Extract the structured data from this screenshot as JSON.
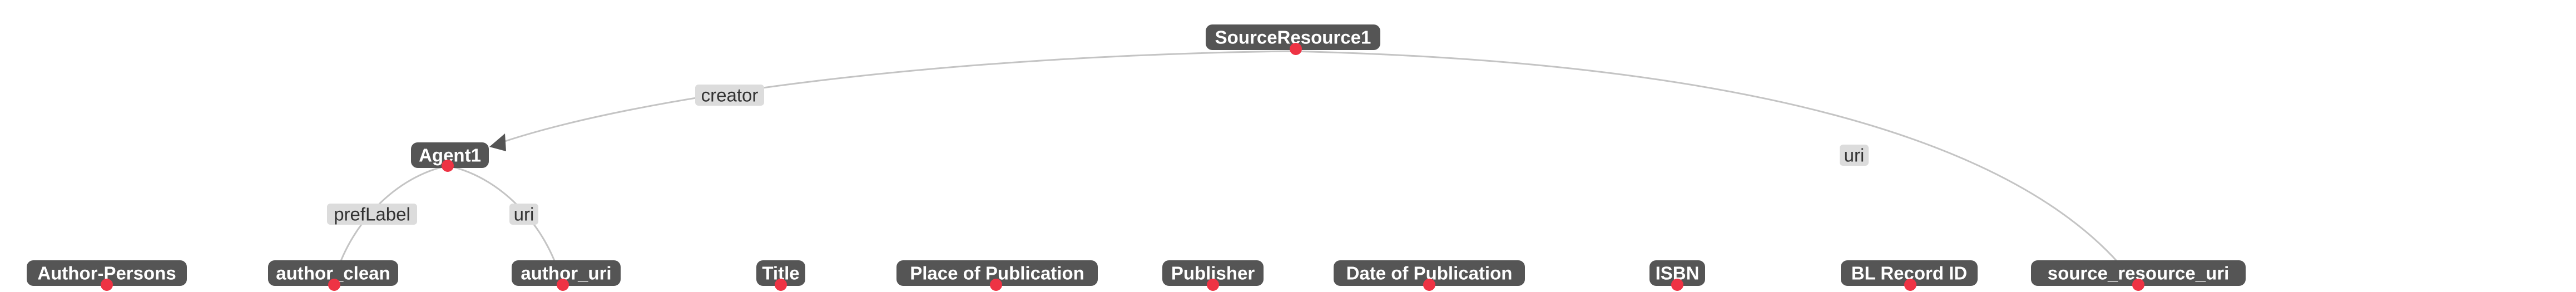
{
  "graph": {
    "colors": {
      "node_fill": "#555555",
      "node_text": "#ffffff",
      "edge_stroke": "#c4c4c4",
      "edge_label_fill": "#dcdcdc",
      "handle_dot": "#ee3344"
    },
    "nodes": [
      {
        "id": "source-resource",
        "label": "SourceResource1"
      },
      {
        "id": "agent",
        "label": "Agent1"
      },
      {
        "id": "author-persons",
        "label": "Author-Persons"
      },
      {
        "id": "author-clean",
        "label": "author_clean"
      },
      {
        "id": "author-uri",
        "label": "author_uri"
      },
      {
        "id": "title",
        "label": "Title"
      },
      {
        "id": "place-of-publication",
        "label": "Place of Publication"
      },
      {
        "id": "publisher",
        "label": "Publisher"
      },
      {
        "id": "date-of-publication",
        "label": "Date of Publication"
      },
      {
        "id": "isbn",
        "label": "ISBN"
      },
      {
        "id": "bl-record-id",
        "label": "BL Record ID"
      },
      {
        "id": "source-resource-uri",
        "label": "source_resource_uri"
      }
    ],
    "edges": [
      {
        "id": "creator",
        "label": "creator",
        "from": "source-resource",
        "to": "agent"
      },
      {
        "id": "uri-source",
        "label": "uri",
        "from": "source-resource",
        "to": "source-resource-uri"
      },
      {
        "id": "preflabel",
        "label": "prefLabel",
        "from": "agent",
        "to": "author-clean"
      },
      {
        "id": "uri-agent",
        "label": "uri",
        "from": "agent",
        "to": "author-uri"
      }
    ]
  }
}
